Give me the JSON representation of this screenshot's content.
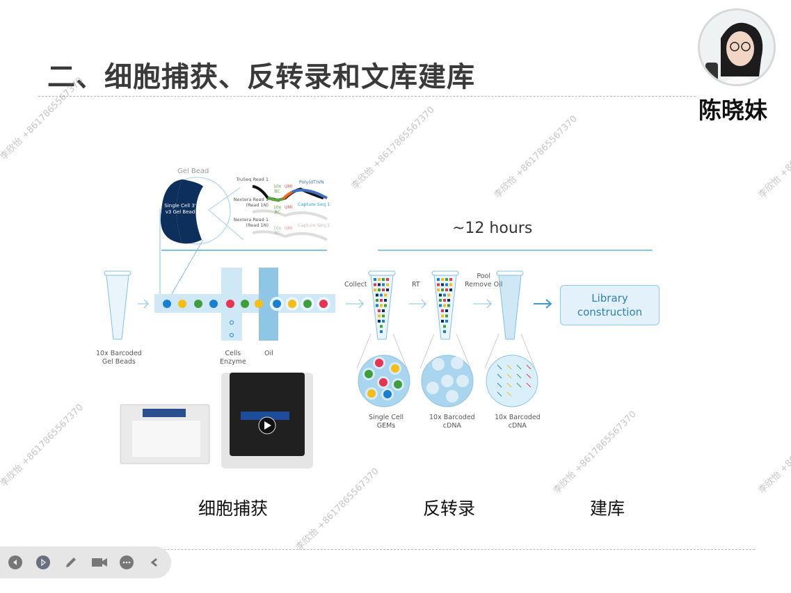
{
  "slide": {
    "title": "二、细胞捕获、反转录和文库建库",
    "presenter_name": "陈晓妹",
    "watermark": "李欣怡 +8617865567370",
    "duration_label": "~12 hours",
    "library_box": [
      "Library",
      "construction"
    ],
    "section_labels": [
      "细胞捕获",
      "反转录",
      "建库"
    ]
  },
  "diagram": {
    "gel_bead_title": "Gel Bead",
    "gel_bead_label": [
      "Single Cell 3'",
      "v3 Gel Bead"
    ],
    "oligos": [
      {
        "read": [
          "TruSeq Read 1"
        ],
        "bc": [
          "10x",
          "BC"
        ],
        "umi": "UMI",
        "capture": "Poly(dT)VN"
      },
      {
        "read": [
          "Nextera Read 1",
          "(Read 1N)"
        ],
        "bc": [
          "10x",
          "BC"
        ],
        "umi": "UMI",
        "capture": "Capture Seq 1"
      },
      {
        "read": [
          "Nextera Read 1",
          "(Read 1N)"
        ],
        "bc": [
          "10x",
          "BC"
        ],
        "umi": "UMI",
        "capture": "Capture Seq 2"
      }
    ],
    "tube1_label": [
      "10x Barcoded",
      "Gel Beads"
    ],
    "cells_label": [
      "Cells",
      "Enzyme"
    ],
    "oil_label": "Oil",
    "collect_label": "Collect",
    "rt_label": "RT",
    "pool_label": [
      "Pool",
      "Remove Oil"
    ],
    "gems_label": [
      "Single Cell",
      "GEMs"
    ],
    "cdna_label_1": [
      "10x Barcoded",
      "cDNA"
    ],
    "cdna_label_2": [
      "10x Barcoded",
      "cDNA"
    ],
    "colors": {
      "blue": "#1a7fd0",
      "yellow": "#f6bd16",
      "green": "#3f9e3a",
      "red": "#e8344e",
      "navy": "#0d2f5c",
      "channel": "#cfe8f5",
      "oil": "#8fc6e6"
    }
  },
  "toolbar": {
    "items": [
      "previous-icon",
      "next-icon",
      "pen-icon",
      "camera-icon",
      "more-icon",
      "collapse-icon"
    ]
  }
}
